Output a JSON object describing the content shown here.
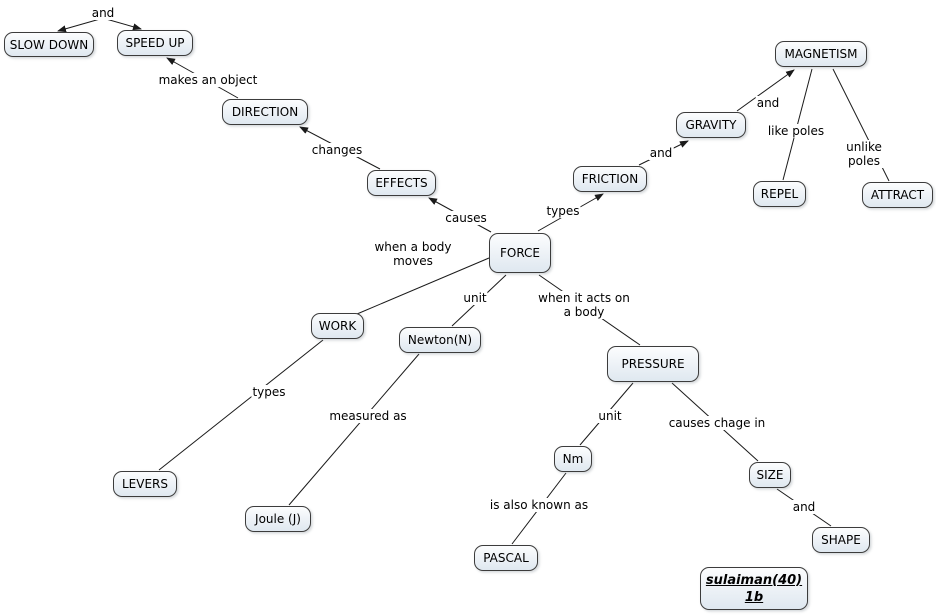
{
  "diagram": {
    "nodes": {
      "slow_down": "SLOW DOWN",
      "speed_up": "SPEED UP",
      "direction": "DIRECTION",
      "effects": "EFFECTS",
      "force": "FORCE",
      "friction": "FRICTION",
      "gravity": "GRAVITY",
      "magnetism": "MAGNETISM",
      "repel": "REPEL",
      "attract": "ATTRACT",
      "work": "WORK",
      "newton": "Newton(N)",
      "pressure": "PRESSURE",
      "levers": "LEVERS",
      "joule": "Joule (J)",
      "nm": "Nm",
      "pascal": "PASCAL",
      "size": "SIZE",
      "shape": "SHAPE"
    },
    "edge_labels": {
      "and_top": "and",
      "makes_an_object": "makes an object",
      "changes": "changes",
      "causes": "causes",
      "when_a_body_moves": "when a body\nmoves",
      "types_friction": "types",
      "and_friction_gravity": "and",
      "and_gravity_magnetism": "and",
      "like_poles": "like poles",
      "unlike_poles": "unlike poles",
      "unit_newton": "unit",
      "when_it_acts_on_a_body": "when it acts on\na body",
      "types_levers": "types",
      "measured_as": "measured as",
      "unit_nm": "unit",
      "causes_chage_in": "causes chage in",
      "is_also_known_as": "is also known as",
      "and_size_shape": "and"
    },
    "signature": {
      "line1": "sulaiman(40)",
      "line2": "1b"
    },
    "edges": [
      {
        "from": "SPEED UP",
        "label": "and",
        "to": "SLOW DOWN"
      },
      {
        "from": "DIRECTION",
        "label": "makes an object",
        "to": "SPEED UP"
      },
      {
        "from": "EFFECTS",
        "label": "changes",
        "to": "DIRECTION"
      },
      {
        "from": "FORCE",
        "label": "causes",
        "to": "EFFECTS"
      },
      {
        "from": "FORCE",
        "label": "types",
        "to": "FRICTION"
      },
      {
        "from": "FRICTION",
        "label": "and",
        "to": "GRAVITY"
      },
      {
        "from": "GRAVITY",
        "label": "and",
        "to": "MAGNETISM"
      },
      {
        "from": "MAGNETISM",
        "label": "like poles",
        "to": "REPEL"
      },
      {
        "from": "MAGNETISM",
        "label": "unlike poles",
        "to": "ATTRACT"
      },
      {
        "from": "FORCE",
        "label": "when a body moves",
        "to": "WORK"
      },
      {
        "from": "WORK",
        "label": "types",
        "to": "LEVERS"
      },
      {
        "from": "FORCE",
        "label": "unit",
        "to": "Newton(N)"
      },
      {
        "from": "Newton(N)",
        "label": "measured as",
        "to": "Joule (J)"
      },
      {
        "from": "FORCE",
        "label": "when it acts on a body",
        "to": "PRESSURE"
      },
      {
        "from": "PRESSURE",
        "label": "unit",
        "to": "Nm"
      },
      {
        "from": "Nm",
        "label": "is also known as",
        "to": "PASCAL"
      },
      {
        "from": "PRESSURE",
        "label": "causes chage in",
        "to": "SIZE"
      },
      {
        "from": "SIZE",
        "label": "and",
        "to": "SHAPE"
      }
    ]
  }
}
